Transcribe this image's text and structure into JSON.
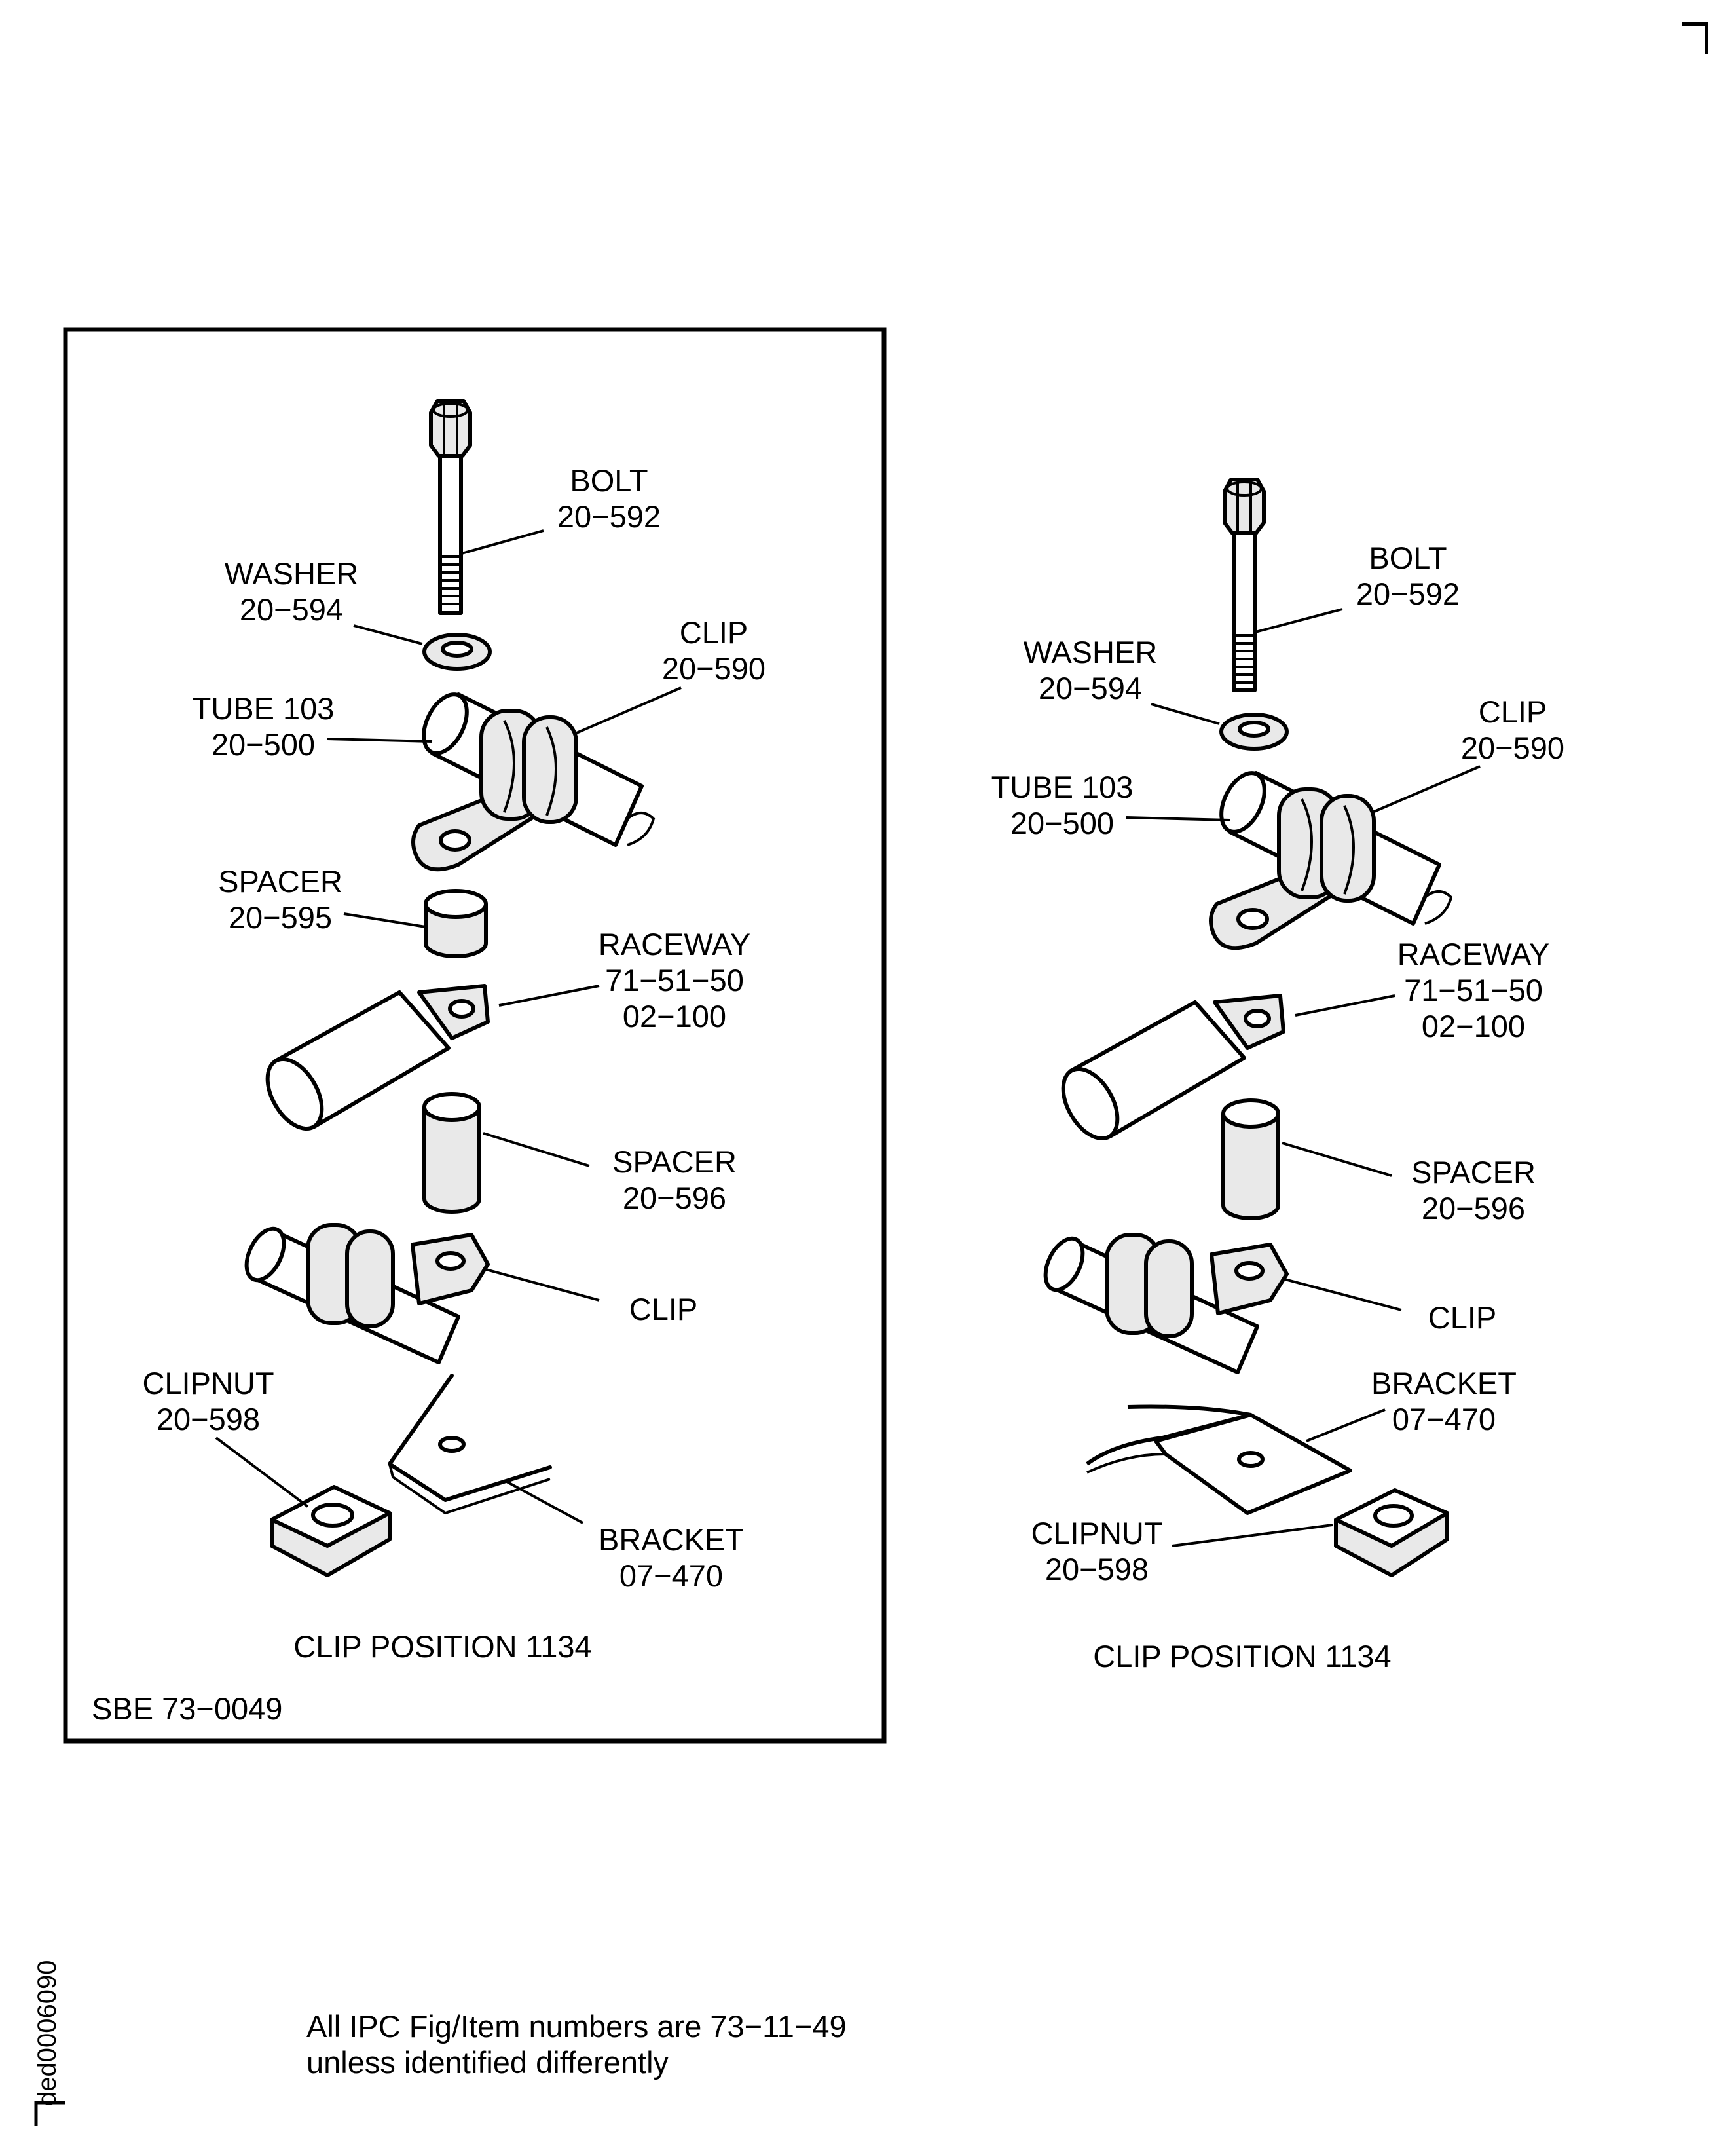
{
  "corner_mark_top": "┐",
  "left_panel": {
    "labels": {
      "bolt_name": "BOLT",
      "bolt_num": "20−592",
      "washer_name": "WASHER",
      "washer_num": "20−594",
      "clip_name": "CLIP",
      "clip_num": "20−590",
      "tube_name": "TUBE 103",
      "tube_num": "20−500",
      "spacer1_name": "SPACER",
      "spacer1_num": "20−595",
      "raceway_name": "RACEWAY",
      "raceway_num1": "71−51−50",
      "raceway_num2": "02−100",
      "spacer2_name": "SPACER",
      "spacer2_num": "20−596",
      "clip2_name": "CLIP",
      "clipnut_name": "CLIPNUT",
      "clipnut_num": "20−598",
      "bracket_name": "BRACKET",
      "bracket_num": "07−470"
    },
    "caption": "CLIP POSITION 1134",
    "sbe": "SBE 73−0049"
  },
  "right_panel": {
    "labels": {
      "bolt_name": "BOLT",
      "bolt_num": "20−592",
      "washer_name": "WASHER",
      "washer_num": "20−594",
      "clip_name": "CLIP",
      "clip_num": "20−590",
      "tube_name": "TUBE 103",
      "tube_num": "20−500",
      "raceway_name": "RACEWAY",
      "raceway_num1": "71−51−50",
      "raceway_num2": "02−100",
      "spacer2_name": "SPACER",
      "spacer2_num": "20−596",
      "clip2_name": "CLIP",
      "bracket_name": "BRACKET",
      "bracket_num": "07−470",
      "clipnut_name": "CLIPNUT",
      "clipnut_num": "20−598"
    },
    "caption": "CLIP POSITION 1134"
  },
  "note": {
    "line1": "All IPC Fig/Item numbers are 73−11−49",
    "line2": "unless identified differently"
  },
  "figure_id": "ded0006090"
}
